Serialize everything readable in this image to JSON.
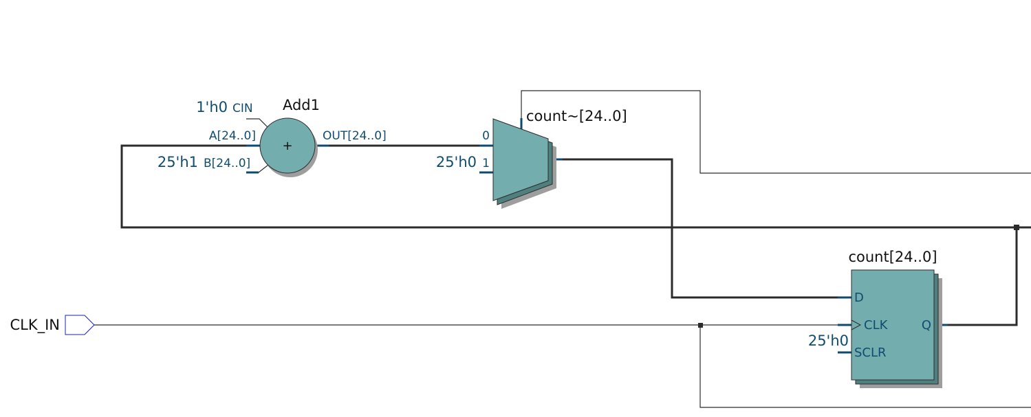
{
  "diagram_type": "RTL netlist schematic",
  "colors": {
    "block_fill": "#74adad",
    "block_back": "#4f7f7f",
    "block_shadow": "#9e9e9e",
    "pin": "#0c4a70",
    "port_label": "#0f4c71",
    "wire": "#2b2b2b",
    "input_port": "#1a22b5"
  },
  "adder": {
    "name": "Add1",
    "symbol": "+",
    "ports": {
      "cin": "CIN",
      "a": "A[24..0]",
      "b": "B[24..0]",
      "out": "OUT[24..0]"
    },
    "constants": {
      "cin": "1'h0",
      "b": "25'h1"
    }
  },
  "mux": {
    "name": "count~[24..0]",
    "inputs": [
      "0",
      "1"
    ],
    "constants": {
      "in1": "25'h0"
    }
  },
  "register": {
    "name": "count[24..0]",
    "ports": {
      "d": "D",
      "clk": "CLK",
      "sclr": "SCLR",
      "q": "Q"
    },
    "constants": {
      "sclr": "25'h0"
    }
  },
  "input_ports": [
    {
      "name": "CLK_IN"
    }
  ],
  "nets": [
    {
      "from": "Add1.OUT[24..0]",
      "to": "count~[24..0].0",
      "type": "bus"
    },
    {
      "from": "count~[24..0].out",
      "to": "count[24..0].D",
      "type": "bus"
    },
    {
      "from": "count[24..0].Q",
      "to": "Add1.A[24..0]",
      "type": "bus"
    },
    {
      "from": "CLK_IN",
      "to": "count[24..0].CLK",
      "type": "wire"
    },
    {
      "from": "count~[24..0].sel",
      "to": "offscreen",
      "type": "wire"
    },
    {
      "from": "CLK_IN",
      "to": "offscreen",
      "type": "wire"
    }
  ]
}
